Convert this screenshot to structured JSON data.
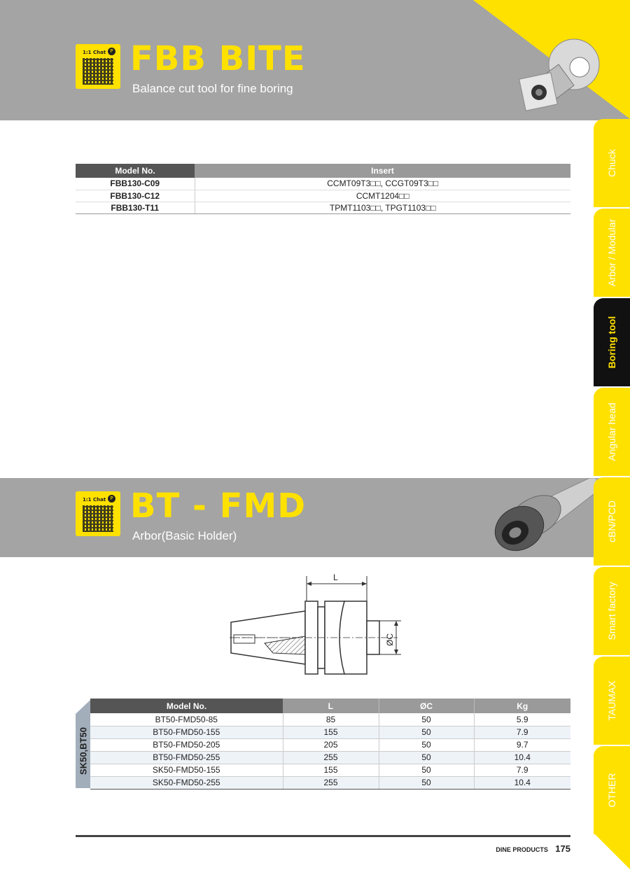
{
  "section1": {
    "qr_label": "1:1 Chat",
    "title": "FBB BITE",
    "subtitle": "Balance cut tool for fine boring",
    "table": {
      "headers": [
        "Model No.",
        "Insert"
      ],
      "rows": [
        [
          "FBB130-C09",
          "CCMT09T3□□, CCGT09T3□□"
        ],
        [
          "FBB130-C12",
          "CCMT1204□□"
        ],
        [
          "FBB130-T11",
          "TPMT1103□□, TPGT1103□□"
        ]
      ]
    }
  },
  "section2": {
    "qr_label": "1:1 Chat",
    "title": "BT - FMD",
    "subtitle": "Arbor(Basic Holder)",
    "drawing": {
      "dim_L": "L",
      "dim_C": "ØC"
    },
    "group_label": "SK50,BT50",
    "table": {
      "headers": [
        "Model No.",
        "L",
        "ØC",
        "Kg"
      ],
      "rows": [
        [
          "BT50-FMD50-85",
          "85",
          "50",
          "5.9"
        ],
        [
          "BT50-FMD50-155",
          "155",
          "50",
          "7.9"
        ],
        [
          "BT50-FMD50-205",
          "205",
          "50",
          "9.7"
        ],
        [
          "BT50-FMD50-255",
          "255",
          "50",
          "10.4"
        ],
        [
          "SK50-FMD50-155",
          "155",
          "50",
          "7.9"
        ],
        [
          "SK50-FMD50-255",
          "255",
          "50",
          "10.4"
        ]
      ]
    }
  },
  "tabs": [
    {
      "label": "Chuck"
    },
    {
      "label": "Arbor / Modular"
    },
    {
      "label": "Boring tool"
    },
    {
      "label": "Angular head"
    },
    {
      "label": "cBN/PCD"
    },
    {
      "label": "Smart factory"
    },
    {
      "label": "TAUMAX"
    },
    {
      "label": "OTHER"
    }
  ],
  "footer": {
    "brand": "DINE PRODUCTS",
    "page": "175"
  },
  "colors": {
    "accent": "#ffe100",
    "banner": "#a4a4a4",
    "table_header": "#555555",
    "table_header_light": "#9a9a9a"
  }
}
